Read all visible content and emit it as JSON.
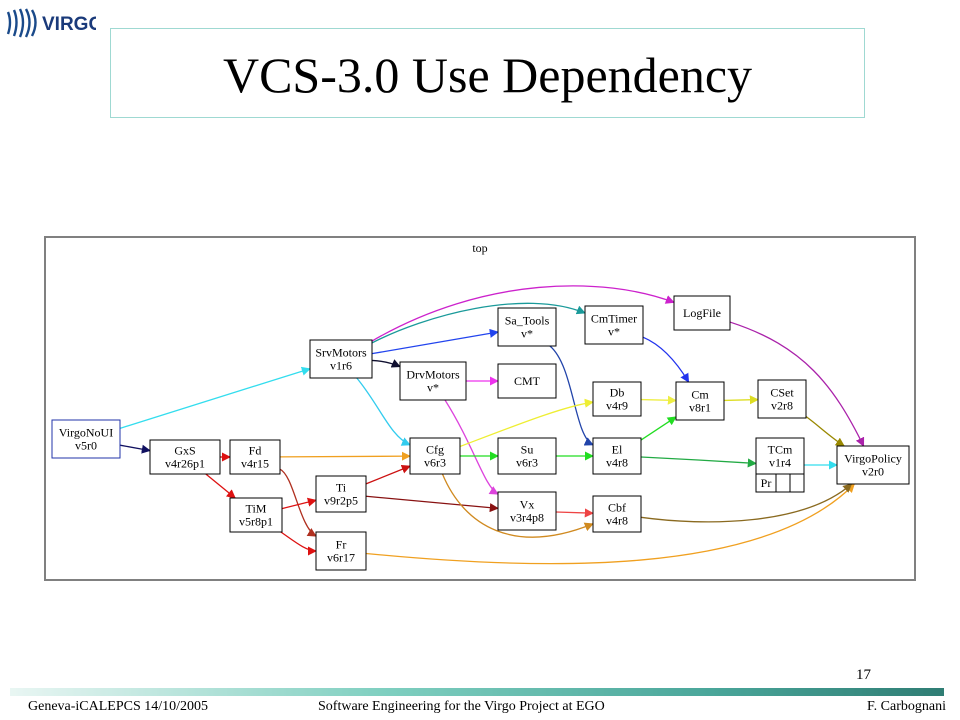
{
  "logo_text": "VIRGO",
  "title": "VCS-3.0 Use Dependency",
  "diagram": {
    "top_label": "top",
    "nodes": [
      {
        "id": "VirgoNoUI",
        "lines": [
          "VirgoNoUI",
          "v5r0"
        ]
      },
      {
        "id": "SrvMotors",
        "lines": [
          "SrvMotors",
          "v1r6"
        ]
      },
      {
        "id": "GxS",
        "lines": [
          "GxS",
          "v4r26p1"
        ]
      },
      {
        "id": "Fd",
        "lines": [
          "Fd",
          "v4r15"
        ]
      },
      {
        "id": "TiM",
        "lines": [
          "TiM",
          "v5r8p1"
        ]
      },
      {
        "id": "Ti",
        "lines": [
          "Ti",
          "v9r2p5"
        ]
      },
      {
        "id": "Fr",
        "lines": [
          "Fr",
          "v6r17"
        ]
      },
      {
        "id": "DrvMotors",
        "lines": [
          "DrvMotors",
          "v*"
        ]
      },
      {
        "id": "Sa_Tools",
        "lines": [
          "Sa_Tools",
          "v*"
        ]
      },
      {
        "id": "CMT",
        "lines": [
          "CMT"
        ]
      },
      {
        "id": "Cfg",
        "lines": [
          "Cfg",
          "v6r3"
        ]
      },
      {
        "id": "Su",
        "lines": [
          "Su",
          "v6r3"
        ]
      },
      {
        "id": "Vx",
        "lines": [
          "Vx",
          "v3r4p8"
        ]
      },
      {
        "id": "CmTimer",
        "lines": [
          "CmTimer",
          "v*"
        ]
      },
      {
        "id": "Db",
        "lines": [
          "Db",
          "v4r9"
        ]
      },
      {
        "id": "El",
        "lines": [
          "El",
          "v4r8"
        ]
      },
      {
        "id": "Cbf",
        "lines": [
          "Cbf",
          "v4r8"
        ]
      },
      {
        "id": "LogFile",
        "lines": [
          "LogFile"
        ]
      },
      {
        "id": "Cm",
        "lines": [
          "Cm",
          "v8r1"
        ]
      },
      {
        "id": "CSet",
        "lines": [
          "CSet",
          "v2r8"
        ]
      },
      {
        "id": "TCm",
        "lines": [
          "TCm",
          "v1r4"
        ],
        "sub_label": "Pr"
      },
      {
        "id": "VirgoPolicy",
        "lines": [
          "VirgoPolicy",
          "v2r0"
        ]
      }
    ],
    "edges": [
      {
        "from": "VirgoNoUI",
        "to": "SrvMotors",
        "color": "#33ddee"
      },
      {
        "from": "VirgoNoUI",
        "to": "GxS",
        "color": "#101060"
      },
      {
        "from": "GxS",
        "to": "Fd",
        "color": "#dd1111"
      },
      {
        "from": "GxS",
        "to": "TiM",
        "color": "#dd1111"
      },
      {
        "from": "Fd",
        "to": "Cfg",
        "color": "#f0a020"
      },
      {
        "from": "Fd",
        "to": "Fr",
        "color": "#b03020"
      },
      {
        "from": "TiM",
        "to": "Ti",
        "color": "#dd1111"
      },
      {
        "from": "TiM",
        "to": "Fr",
        "color": "#dd1111"
      },
      {
        "from": "Ti",
        "to": "Cfg",
        "color": "#cc1111"
      },
      {
        "from": "Ti",
        "to": "Vx",
        "color": "#881111"
      },
      {
        "from": "Fr",
        "to": "VirgoPolicy",
        "color": "#f0a020"
      },
      {
        "from": "SrvMotors",
        "to": "LogFile",
        "color": "#cc22cc"
      },
      {
        "from": "SrvMotors",
        "to": "CmTimer",
        "color": "#1a9a9a"
      },
      {
        "from": "SrvMotors",
        "to": "Sa_Tools",
        "color": "#2244ee"
      },
      {
        "from": "SrvMotors",
        "to": "DrvMotors",
        "color": "#101030"
      },
      {
        "from": "SrvMotors",
        "to": "Cfg",
        "color": "#33ccee"
      },
      {
        "from": "DrvMotors",
        "to": "CMT",
        "color": "#ee33ee"
      },
      {
        "from": "DrvMotors",
        "to": "Vx",
        "color": "#dd44dd"
      },
      {
        "from": "Sa_Tools",
        "to": "El",
        "color": "#2244aa"
      },
      {
        "from": "Cfg",
        "to": "Su",
        "color": "#22dd22"
      },
      {
        "from": "Cfg",
        "to": "Db",
        "color": "#eeee33"
      },
      {
        "from": "Cfg",
        "to": "Cbf",
        "color": "#d08a20"
      },
      {
        "from": "Su",
        "to": "El",
        "color": "#22dd22"
      },
      {
        "from": "Vx",
        "to": "Cbf",
        "color": "#ee4444"
      },
      {
        "from": "CmTimer",
        "to": "Cm",
        "color": "#2233ee"
      },
      {
        "from": "Db",
        "to": "Cm",
        "color": "#eeee44"
      },
      {
        "from": "El",
        "to": "Cm",
        "color": "#22dd22"
      },
      {
        "from": "El",
        "to": "TCm",
        "color": "#22aa44"
      },
      {
        "from": "Cm",
        "to": "CSet",
        "color": "#dddd22"
      },
      {
        "from": "CSet",
        "to": "VirgoPolicy",
        "color": "#998800"
      },
      {
        "from": "TCm",
        "to": "VirgoPolicy",
        "color": "#33ddee"
      },
      {
        "from": "LogFile",
        "to": "VirgoPolicy",
        "color": "#aa22aa"
      },
      {
        "from": "Cbf",
        "to": "VirgoPolicy",
        "color": "#8a6a20"
      }
    ]
  },
  "page_number": "17",
  "footer": {
    "left": "Geneva-iCALEPCS 14/10/2005",
    "center": "Software Engineering for the Virgo Project at EGO",
    "right": "F. Carbognani"
  }
}
